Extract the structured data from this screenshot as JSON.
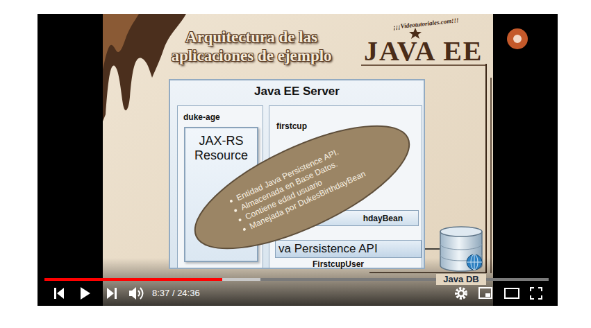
{
  "diagram": {
    "title": "Arquitectura de las aplicaciones de ejemplo",
    "nodes": [
      {
        "text": [
          "Java EE Server"
        ]
      },
      {
        "text": [
          "duke-age"
        ],
        "in": 0
      },
      {
        "text": [
          "JAX-RS Resource"
        ],
        "in": 1
      },
      {
        "text": [
          "firstcup"
        ],
        "in": 0
      },
      {
        "text": [
          "hdayBean"
        ],
        "in": 3
      },
      {
        "text": [
          "va Persistence API",
          "FirstcupUser"
        ],
        "in": 3
      },
      {
        "text": [
          "Entidad Java Persistence API.",
          "Almacenada en Base Datos.",
          "Contiene edad usuario",
          "Manejada por DukesBirthdayBean"
        ]
      },
      {
        "text": [
          "Java DB"
        ]
      }
    ],
    "edges": [
      {
        "from": 4,
        "to": 5,
        "arrow": "to"
      },
      {
        "from": 5,
        "to": 7,
        "arrow": "none"
      }
    ],
    "labels": [
      "¡¡¡Videotutoriales.com!!!",
      "JAVA EE",
      "8:37 / 24:36"
    ]
  }
}
